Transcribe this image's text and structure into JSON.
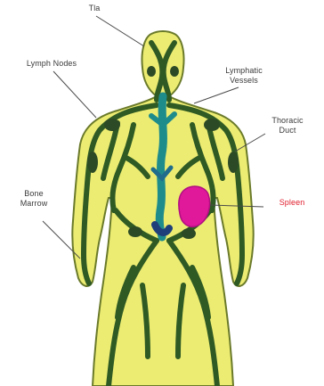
{
  "diagram": {
    "labels": {
      "top": "Tla",
      "lymph_nodes": "Lymph Nodes",
      "lymphatic_vessels": "Lymphatic\nVessels",
      "thoracic_duct": "Thoracic\nDuct",
      "bone_marrow": "Bone\nMarrow",
      "spleen": "Spleen"
    },
    "colors": {
      "body_fill": "#ecec72",
      "vessel": "#2f5a24",
      "central_vessel": "#1f8c8c",
      "spleen": "#e0189a",
      "spleen_label": "#e01e2d"
    },
    "icons": {
      "body": "human-body-silhouette",
      "spleen": "spleen-organ"
    }
  }
}
